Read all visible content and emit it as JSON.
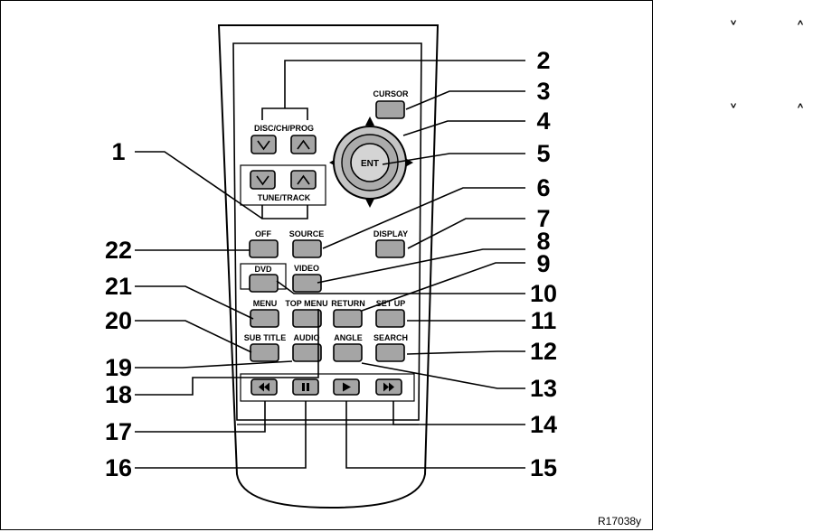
{
  "callouts": [
    "1",
    "2",
    "3",
    "4",
    "5",
    "6",
    "7",
    "8",
    "9",
    "10",
    "11",
    "12",
    "13",
    "14",
    "15",
    "16",
    "17",
    "18",
    "19",
    "20",
    "21",
    "22"
  ],
  "labels": {
    "disc_ch_prog": "DISC/CH/PROG",
    "cursor": "CURSOR",
    "ent": "ENT",
    "tune_track": "TUNE/TRACK",
    "off": "OFF",
    "source": "SOURCE",
    "display": "DISPLAY",
    "dvd": "DVD",
    "video": "VIDEO",
    "menu": "MENU",
    "top_menu": "TOP MENU",
    "return": "RETURN",
    "set_up": "SET UP",
    "sub_title": "SUB TITLE",
    "audio": "AUDIO",
    "angle": "ANGLE",
    "search": "SEARCH"
  },
  "figure_code": "R17038y",
  "side_glyphs": [
    "˅",
    "˄",
    "˅",
    "˄"
  ]
}
